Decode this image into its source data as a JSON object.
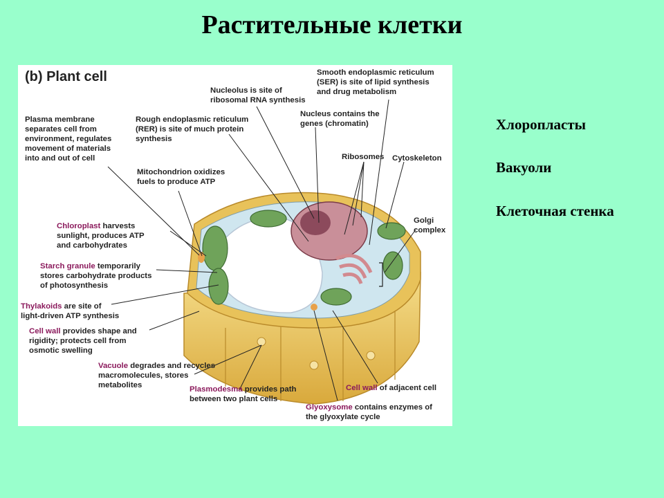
{
  "page": {
    "title": "Растительные клетки"
  },
  "side_list": [
    "Хлоропласты",
    "Вакуоли",
    "Клеточная стенка"
  ],
  "diagram": {
    "panel_title": "(b) Plant cell",
    "labels": {
      "ser": "Smooth endoplasmic reticulum\n(SER) is site of lipid synthesis\nand drug metabolism",
      "nucleolus": "Nucleolus is site of\nribosomal RNA synthesis",
      "nucleus": "Nucleus contains the\ngenes (chromatin)",
      "plasma_membrane": "Plasma membrane\nseparates cell from\nenvironment, regulates\nmovement of materials\ninto and out of cell",
      "rer": "Rough endoplasmic reticulum\n(RER) is site of much protein\nsynthesis",
      "ribosomes": "Ribosomes",
      "cytoskeleton": "Cytoskeleton",
      "mitochondrion": "Mitochondrion oxidizes\nfuels to produce ATP",
      "golgi": "Golgi\ncomplex",
      "chloroplast_term": "Chloroplast",
      "chloroplast_desc": " harvests\nsunlight, produces ATP\nand carbohydrates",
      "starch_term": "Starch granule",
      "starch_desc": " temporarily\nstores carbohydrate products\nof photosynthesis",
      "thylakoids_term": "Thylakoids",
      "thylakoids_desc": " are site of\nlight-driven ATP synthesis",
      "cellwall_term": "Cell wall",
      "cellwall_desc": " provides shape and\nrigidity; protects cell from\nosmotic swelling",
      "vacuole_term": "Vacuole",
      "vacuole_desc": " degrades and recycles\nmacromolecules, stores\nmetabolites",
      "plasmodesma_term": "Plasmodesma",
      "plasmodesma_desc": " provides path\nbetween two plant cells",
      "adjwall_term": "Cell wall",
      "adjwall_desc": " of adjacent cell",
      "glyoxysome_term": "Glyoxysome",
      "glyoxysome_desc": " contains enzymes of\nthe glyoxylate cycle"
    },
    "colors": {
      "background": "#99ffcc",
      "cell_wall": "#e8c25a",
      "cytoplasm": "#cfe6ef",
      "vacuole": "#ffffff",
      "chloroplast": "#6fa35a",
      "nucleus": "#b97a86",
      "term_highlight": "#8b1a5c"
    }
  }
}
